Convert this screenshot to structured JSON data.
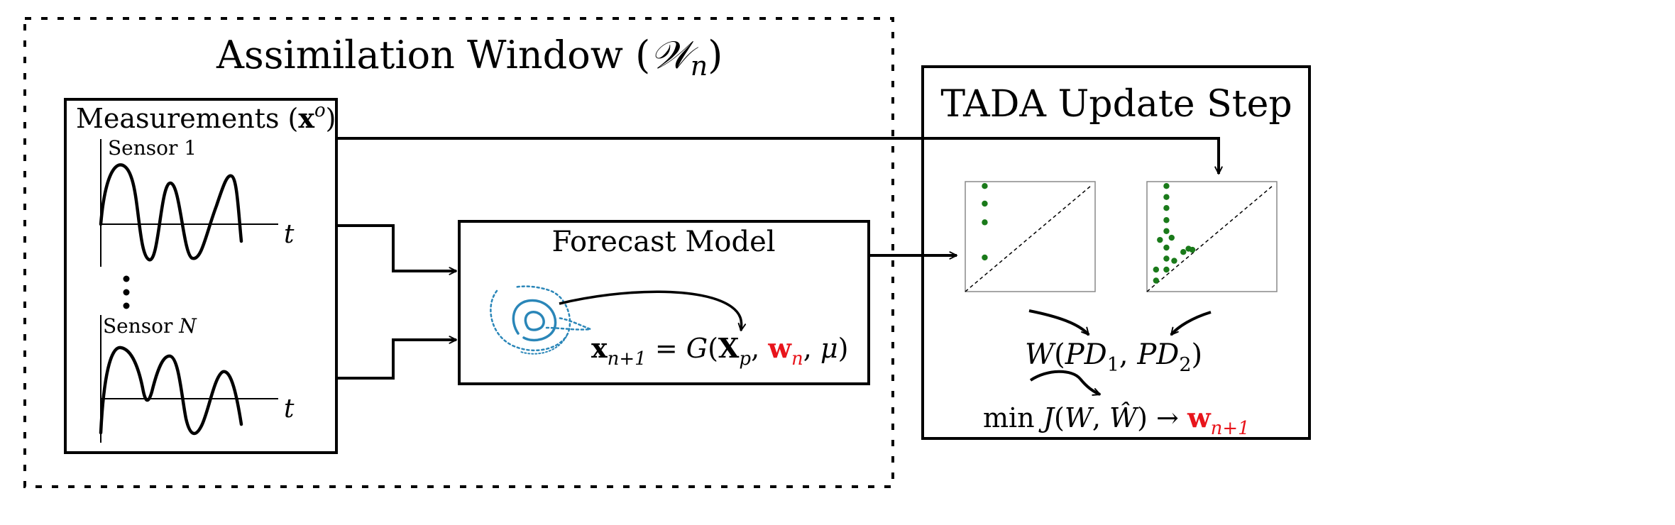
{
  "assimilation_window": {
    "title": "Assimilation Window (",
    "script_W": "𝒲",
    "subscript": "n",
    "close_paren": ")"
  },
  "measurements": {
    "title": "Measurements (",
    "x_bold": "x",
    "superscript": "o",
    "close_paren": ")",
    "sensor1_label": "Sensor 1",
    "sensorN_prefix": "Sensor ",
    "sensorN_italic": "N",
    "time_axis_label": "t"
  },
  "forecast_model": {
    "title": "Forecast Model",
    "eq_x": "x",
    "eq_x_sub": "n+1",
    "eq_eq": " = ",
    "eq_G": "G",
    "eq_open": "(",
    "eq_X": "X",
    "eq_X_sub": "p",
    "eq_comma1": ", ",
    "eq_w": "w",
    "eq_w_sub": "n",
    "eq_comma2": ", ",
    "eq_mu": "μ",
    "eq_close": ")"
  },
  "tada_update": {
    "title": "TADA Update Step",
    "wasserstein_W": "W",
    "wasserstein_args": "(",
    "pd1": "PD",
    "pd1_sub": "1",
    "comma": ", ",
    "pd2": "PD",
    "pd2_sub": "2",
    "close": ")",
    "min_label": "min ",
    "J": "J",
    "J_args_open": "(",
    "J_W": "W",
    "J_comma": ", ",
    "J_What": "Ŵ",
    "J_close": ")",
    "arrow": " → ",
    "w_next": "w",
    "w_next_sub": "n+1"
  },
  "persistence_diagram_1": {
    "points": [
      [
        0.15,
        0.96
      ],
      [
        0.15,
        0.8
      ],
      [
        0.15,
        0.63
      ],
      [
        0.15,
        0.31
      ]
    ]
  },
  "persistence_diagram_2": {
    "points": [
      [
        0.15,
        0.96
      ],
      [
        0.15,
        0.86
      ],
      [
        0.15,
        0.76
      ],
      [
        0.15,
        0.65
      ],
      [
        0.15,
        0.55
      ],
      [
        0.1,
        0.47
      ],
      [
        0.19,
        0.49
      ],
      [
        0.15,
        0.4
      ],
      [
        0.28,
        0.36
      ],
      [
        0.32,
        0.39
      ],
      [
        0.07,
        0.2
      ],
      [
        0.15,
        0.3
      ],
      [
        0.21,
        0.28
      ],
      [
        0.15,
        0.2
      ],
      [
        0.07,
        0.1
      ],
      [
        0.35,
        0.38
      ]
    ]
  },
  "colors": {
    "stroke": "#000000",
    "highlight": "#e8141b",
    "attractor": "#2a86b8",
    "points": "#1a7a1a"
  }
}
